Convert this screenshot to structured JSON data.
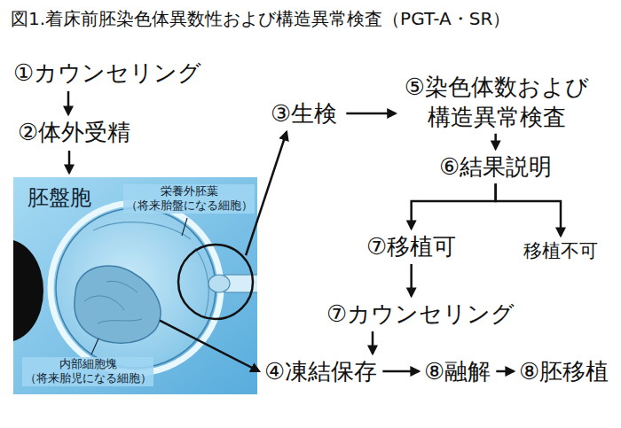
{
  "diagram": {
    "title": "図1.着床前胚染色体異数性および構造異常検査（PGT-A・SR）",
    "nodes": [
      {
        "text": [
          "①カウンセリング"
        ]
      },
      {
        "text": [
          "②体外受精"
        ]
      },
      {
        "text": [
          "胚盤胞",
          "栄養外胚葉 （将来胎盤になる細胞）",
          "内部細胞塊 （将来胎児になる細胞）"
        ]
      },
      {
        "text": [
          "③生検"
        ]
      },
      {
        "text": [
          "⑤染色体数および 構造異常検査"
        ]
      },
      {
        "text": [
          "⑥結果説明"
        ]
      },
      {
        "text": [
          "⑦移植可"
        ]
      },
      {
        "text": [
          "移植不可"
        ]
      },
      {
        "text": [
          "⑦カウンセリング"
        ]
      },
      {
        "text": [
          "④凍結保存"
        ]
      },
      {
        "text": [
          "⑧融解"
        ]
      },
      {
        "text": [
          "⑧胚移植"
        ]
      }
    ],
    "edges": [
      {
        "from": 0,
        "to": 1,
        "arrow": "to"
      },
      {
        "from": 1,
        "to": 2,
        "arrow": "to"
      },
      {
        "from": 2,
        "to": 3,
        "arrow": "to"
      },
      {
        "from": 3,
        "to": 4,
        "arrow": "to"
      },
      {
        "from": 4,
        "to": 5,
        "arrow": "to"
      },
      {
        "from": 5,
        "to": 6,
        "arrow": "to"
      },
      {
        "from": 5,
        "to": 7,
        "arrow": "to"
      },
      {
        "from": 6,
        "to": 8,
        "arrow": "to"
      },
      {
        "from": 8,
        "to": 9,
        "arrow": "to"
      },
      {
        "from": 2,
        "to": 9,
        "arrow": "to"
      },
      {
        "from": 9,
        "to": 10,
        "arrow": "to"
      },
      {
        "from": 10,
        "to": 11,
        "arrow": "to"
      }
    ]
  }
}
